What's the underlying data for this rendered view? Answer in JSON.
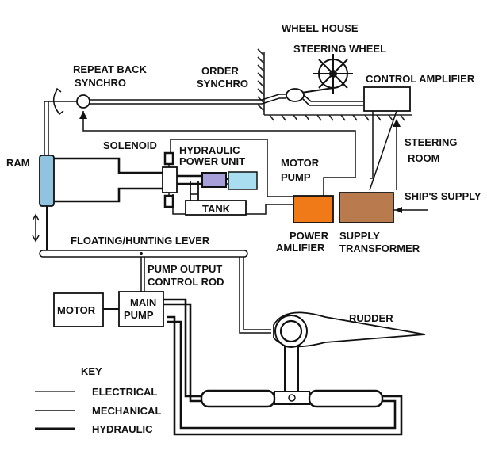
{
  "labels": {
    "wheel_house": "WHEEL HOUSE",
    "steering_wheel": "STEERING WHEEL",
    "repeat_back_synchro_1": "REPEAT BACK",
    "repeat_back_synchro_2": "SYNCHRO",
    "order_synchro_1": "ORDER",
    "order_synchro_2": "SYNCHRO",
    "control_amplifier": "CONTROL AMPLIFIER",
    "steering_room_1": "STEERING",
    "steering_room_2": "ROOM",
    "solenoid": "SOLENOID",
    "hydraulic_power_unit_1": "HYDRAULIC",
    "hydraulic_power_unit_2": "POWER UNIT",
    "motor_pump_1": "MOTOR",
    "motor_pump_2": "PUMP",
    "ram": "RAM",
    "tank": "TANK",
    "ships_supply": "SHIP'S SUPPLY",
    "power_amplifier_1": "POWER",
    "power_amplifier_2": "AMLIFIER",
    "supply_transformer_1": "SUPPLY",
    "supply_transformer_2": "TRANSFORMER",
    "floating_lever": "FLOATING/HUNTING LEVER",
    "pump_output_1": "PUMP OUTPUT",
    "pump_output_2": "CONTROL ROD",
    "motor": "MOTOR",
    "main_pump_1": "MAIN",
    "main_pump_2": "PUMP",
    "rudder": "RUDDER",
    "key_title": "KEY",
    "key_electrical": "ELECTRICAL",
    "key_mechanical": "MECHANICAL",
    "key_hydraulic": "HYDRAULIC"
  },
  "colors": {
    "ram": "#8fc3df",
    "tank_box": "#a8def0",
    "hpu_box": "#a79fd8",
    "power_amplifier": "#f07a18",
    "supply_transformer": "#b97a4e"
  }
}
